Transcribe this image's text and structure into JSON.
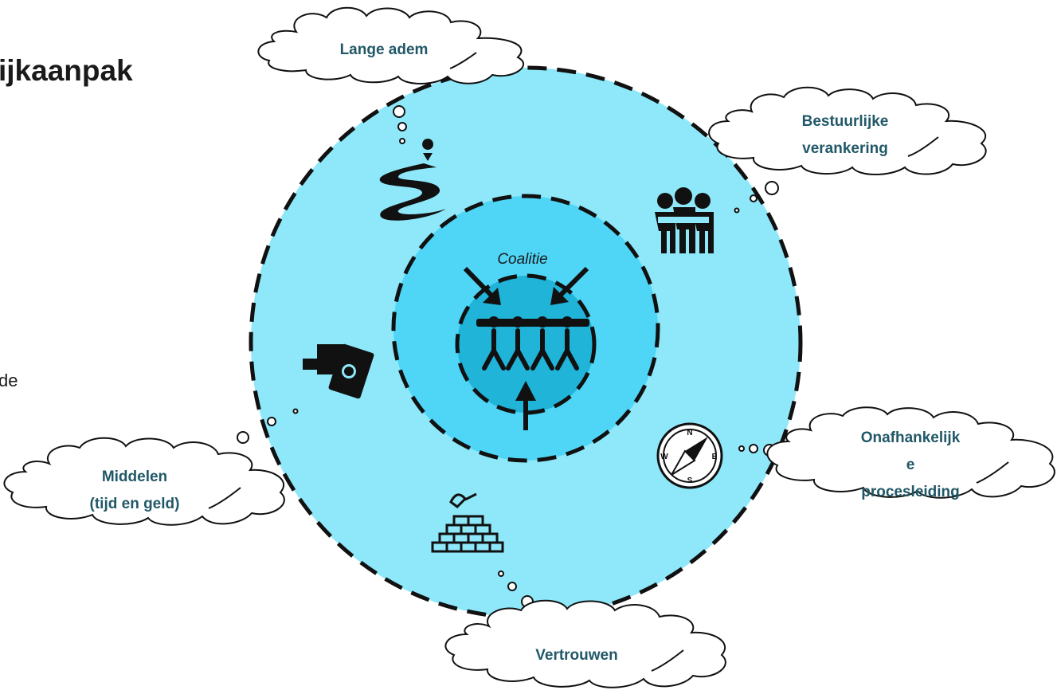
{
  "page": {
    "title_fragment": "ijkaanpak",
    "body_fragment": "de"
  },
  "diagram": {
    "center_label": "Coalitie",
    "clouds": {
      "lange_adem": [
        "Lange adem"
      ],
      "bestuurlijke": [
        "Bestuurlijke",
        "verankering"
      ],
      "onafhankelijke": [
        "Onafhankelijk",
        "e",
        "procesleiding"
      ],
      "middelen": [
        "Middelen",
        "(tijd en geld)"
      ],
      "vertrouwen": [
        "Vertrouwen"
      ]
    },
    "compass_letters": {
      "n": "N",
      "e": "E",
      "s": "S",
      "w": "W"
    },
    "colors": {
      "outer_circle": "#8ee8fa",
      "middle_circle": "#4fd6f7",
      "inner_circle": "#1fb4d8",
      "label_text": "#215868",
      "icon": "#111111"
    },
    "icons": [
      "path-to-destination-icon",
      "team-huddle-icon",
      "money-handover-icon",
      "compass-icon",
      "brick-wall-trowel-icon",
      "people-carrying-beam-icon"
    ]
  }
}
